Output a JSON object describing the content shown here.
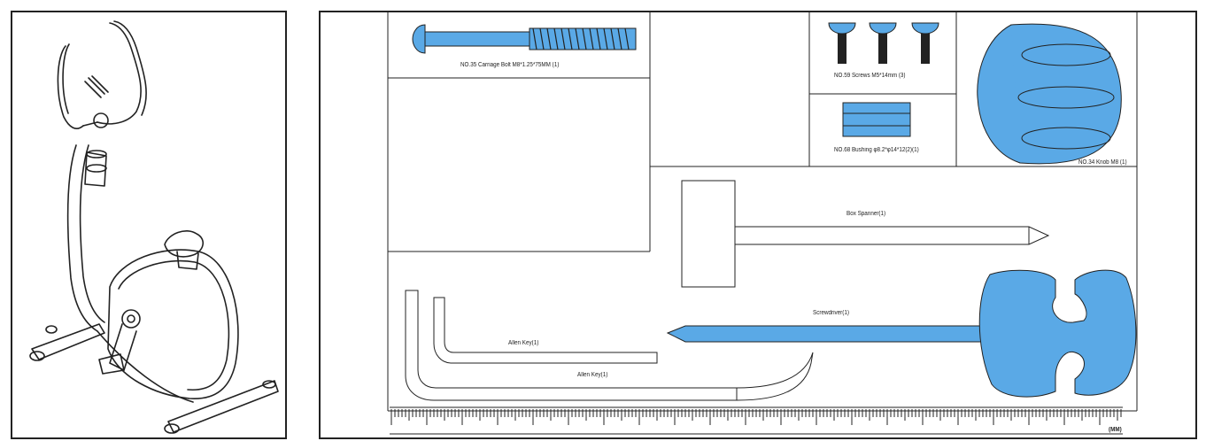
{
  "parts": {
    "carriage_bolt": "NO.35 Carriage Bolt M8*1.25*75MM (1)",
    "screws": "NO.59 Screws M5*14mm (3)",
    "bushing": "NO.68 Bushing φ8.2*φ14*12(2)(1)",
    "knob": "NO.34 Knob M8 (1)",
    "box_spanner": "Box Spanner(1)",
    "screwdriver": "Screwdriver(1)",
    "allen_key_small": "Allen Key(1)",
    "allen_key_large": "Allen Key(1)"
  },
  "ruler": {
    "unit_label": "(MM)"
  },
  "colors": {
    "part_fill": "#5aa9e6",
    "line": "#222222"
  }
}
